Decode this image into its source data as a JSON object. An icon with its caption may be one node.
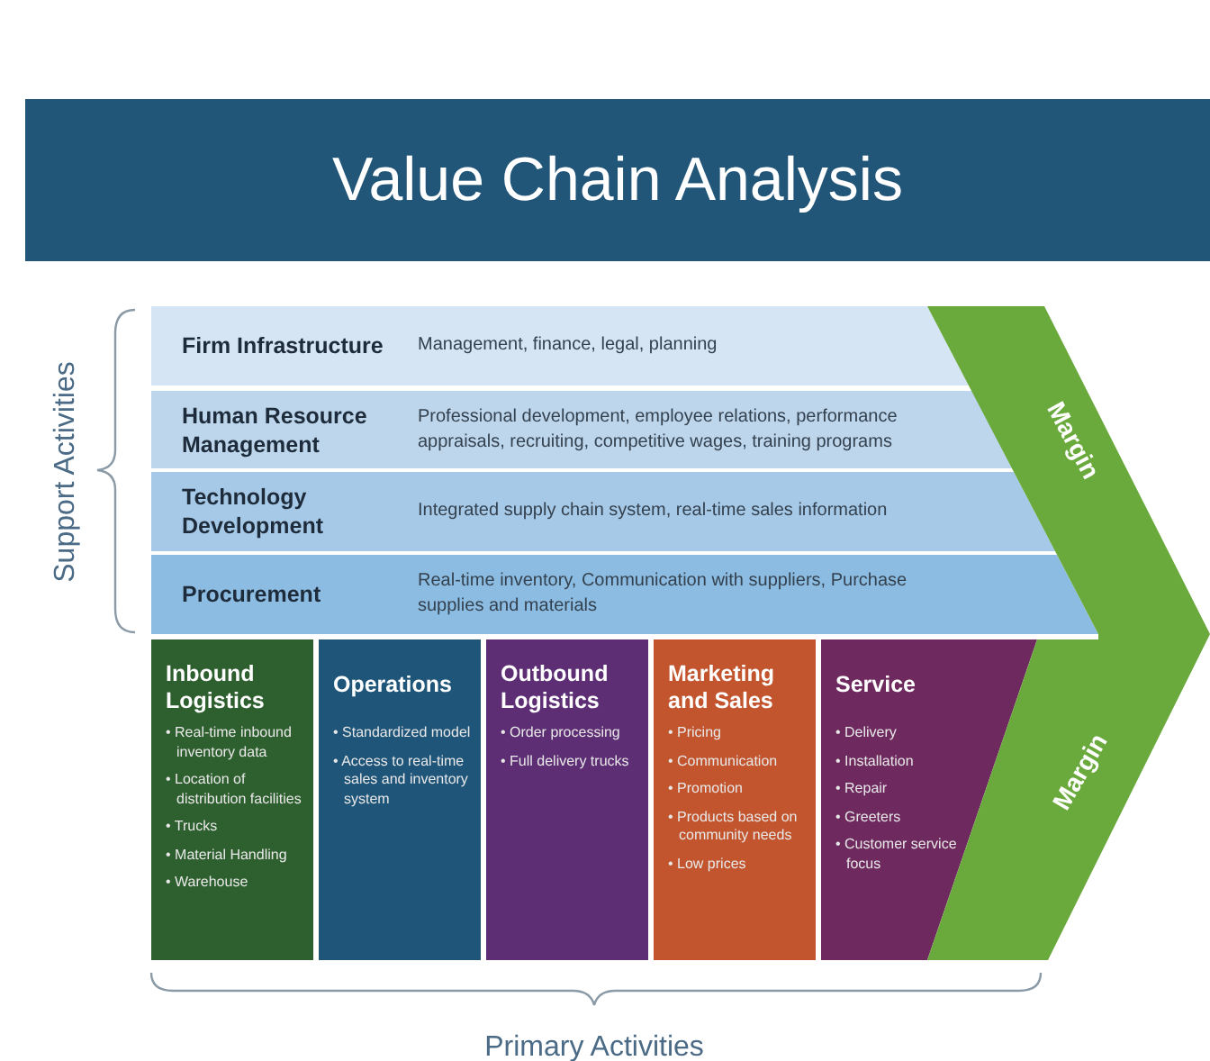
{
  "diagram": {
    "title": "Value Chain Analysis",
    "nodes": [
      {
        "text": [
          "Firm Infrastructure",
          "Management, finance, legal, planning"
        ]
      },
      {
        "text": [
          "Human Resource Management",
          "Professional development, employee relations, performance appraisals, recruiting, competitive wages, training programs"
        ]
      },
      {
        "text": [
          "Technology Development",
          "Integrated supply chain system, real-time sales information"
        ]
      },
      {
        "text": [
          "Procurement",
          "Real-time inventory, Communication with suppliers, Purchase supplies and materials"
        ]
      },
      {
        "text": [
          "Inbound Logistics",
          "• Real-time inbound inventory data",
          "• Location of distribution facilities",
          "• Trucks",
          "• Material Handling",
          "• Warehouse"
        ]
      },
      {
        "text": [
          "Operations",
          "• Standardized model",
          "• Access to real-time sales and inventory system"
        ]
      },
      {
        "text": [
          "Outbound Logistics",
          "• Order processing",
          "• Full delivery trucks"
        ]
      },
      {
        "text": [
          "Marketing and Sales",
          "• Pricing",
          "• Communication",
          "• Promotion",
          "• Products based on community needs",
          "• Low prices"
        ]
      },
      {
        "text": [
          "Service",
          "• Delivery",
          "• Installation",
          "• Repair",
          "• Greeters",
          "• Customer service focus"
        ]
      },
      {
        "text": [
          "Margin",
          "Margin"
        ]
      }
    ],
    "labels": [
      "Support Activities",
      "Primary Activities"
    ]
  }
}
